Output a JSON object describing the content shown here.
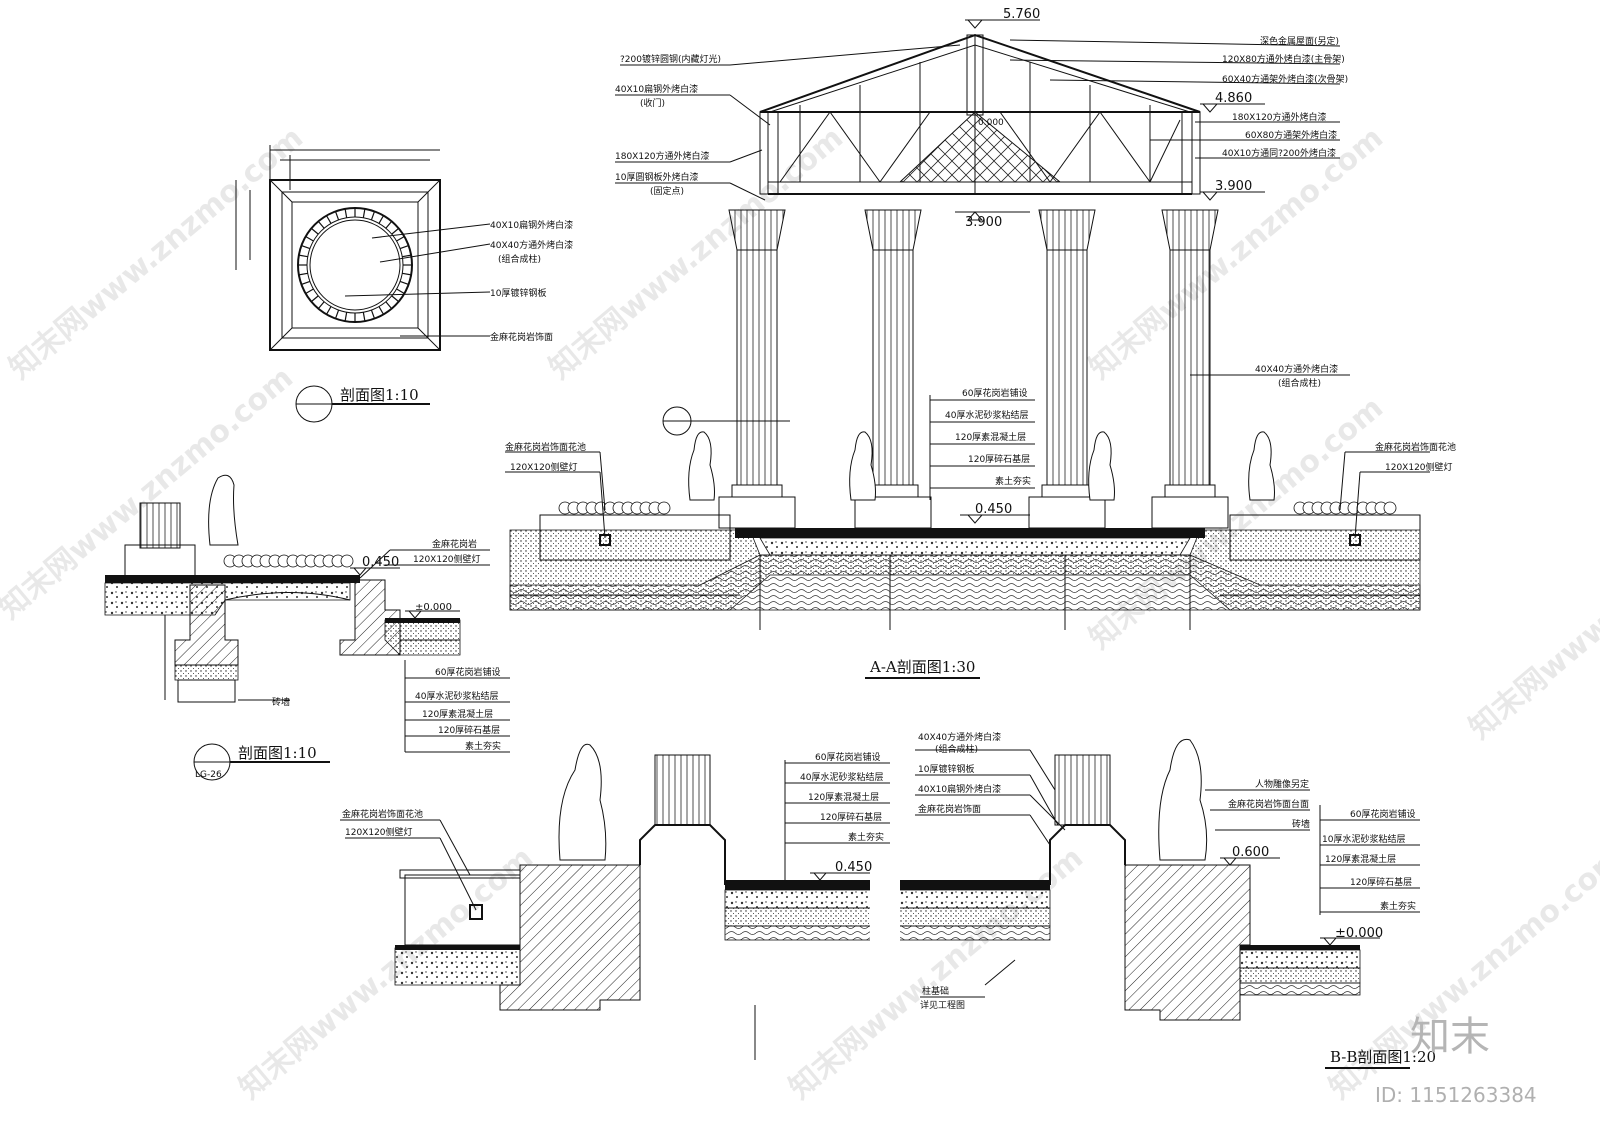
{
  "plan_section": {
    "labels": [
      "40X10扁钢外烤白漆",
      "40X40方通外烤白漆",
      "(组合成柱)",
      "10厚镀锌钢板",
      "金麻花岗岩饰面"
    ],
    "title": "剖面图1:10"
  },
  "a_section": {
    "elevations": {
      "ridge": "5.760",
      "eave": "4.860",
      "top_right": "3.900",
      "beam": "3.900",
      "floor": "0.450",
      "inner": "0.000"
    },
    "left_labels": [
      "?200镀锌圆钢(内藏灯光)",
      "40X10扁钢外烤白漆",
      "(收门)",
      "180X120方通外烤白漆",
      "10厚圆钢板外烤白漆",
      "(固定点)"
    ],
    "right_labels": [
      "深色金属屋面(另定)",
      "120X80方通外烤白漆(主骨架)",
      "60X40方通架外烤白漆(次骨架)",
      "180X120方通外烤白漆",
      "60X80方通架外烤白漆",
      "40X10方通同?200外烤白漆"
    ],
    "column_labels": [
      "40X40方通外烤白漆",
      "(组合成柱)"
    ],
    "layer_labels": [
      "60厚花岗岩铺设",
      "40厚水泥砂浆粘结层",
      "120厚素混凝土层",
      "120厚碎石基层",
      "素土夯实"
    ],
    "planter_left": [
      "金麻花岗岩饰面花池",
      "120X120侧壁灯"
    ],
    "planter_right": [
      "金麻花岗岩饰面花池",
      "120X120侧壁灯"
    ],
    "title": "A-A剖面图1:30"
  },
  "small_section": {
    "elevations": {
      "top": "0.450",
      "ground": "±0.000"
    },
    "labels_top": [
      "金麻花岗岩",
      "120X120侧壁灯"
    ],
    "wall_label": "砖墙",
    "layer_labels": [
      "60厚花岗岩铺设",
      "40厚水泥砂浆粘结层",
      "120厚素混凝土层",
      "120厚碎石基层",
      "素土夯实"
    ],
    "title": "剖面图1:10",
    "tag": "LG-26"
  },
  "b_section": {
    "elevations": {
      "floor": "0.450",
      "planter": "0.600",
      "ground": "±0.000"
    },
    "left_labels": [
      "金麻花岗岩饰面花池",
      "120X120侧壁灯"
    ],
    "center_layers": [
      "60厚花岗岩铺设",
      "40厚水泥砂浆粘结层",
      "120厚素混凝土层",
      "120厚碎石基层",
      "素土夯实"
    ],
    "column_labels": [
      "40X40方通外烤白漆",
      "(组合成柱)",
      "10厚镀锌钢板",
      "40X10扁钢外烤白漆",
      "金麻花岗岩饰面"
    ],
    "right_labels": [
      "人物雕像另定",
      "金麻花岗岩饰面台面",
      "砖墙"
    ],
    "right_layers": [
      "60厚花岗岩铺设",
      "10厚水泥砂浆粘结层",
      "120厚素混凝土层",
      "120厚碎石基层",
      "素土夯实"
    ],
    "foundation_label": [
      "柱基础",
      "详见工程图"
    ],
    "title": "B-B剖面图1:20"
  },
  "watermarks": {
    "site": "www.znzmo.com",
    "site_cn": "知末网www.znzmo.com",
    "brand": "知末",
    "id": "ID: 1151263384"
  }
}
